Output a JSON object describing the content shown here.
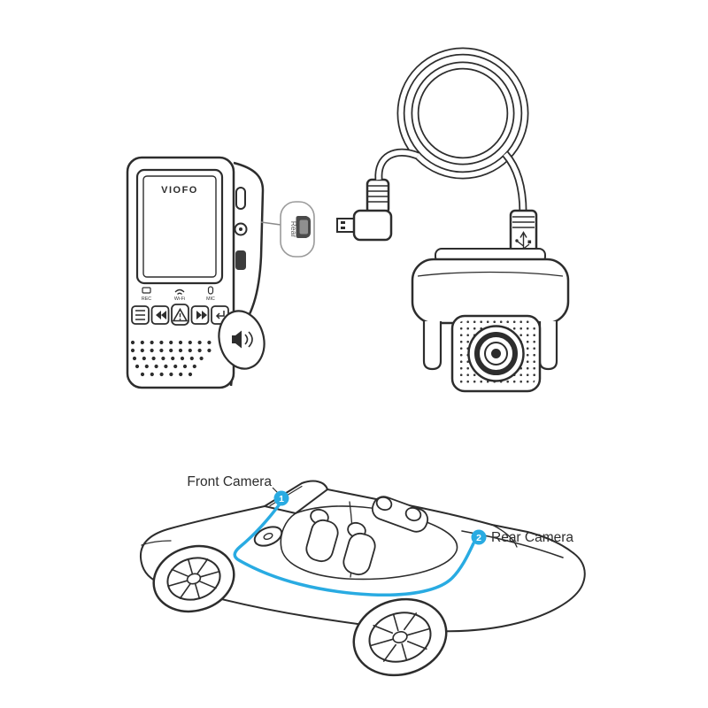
{
  "diagram": {
    "front_camera": {
      "brand": "VIOFO",
      "port_callout": "Rear",
      "icon_labels": [
        "REC",
        "Wi-Fi",
        "MIC"
      ]
    },
    "car": {
      "front_label": "Front Camera",
      "front_badge": "1",
      "rear_label": "Rear Camera",
      "rear_badge": "2"
    },
    "colors": {
      "accent": "#29abe2",
      "ink": "#2d2d2d"
    }
  }
}
